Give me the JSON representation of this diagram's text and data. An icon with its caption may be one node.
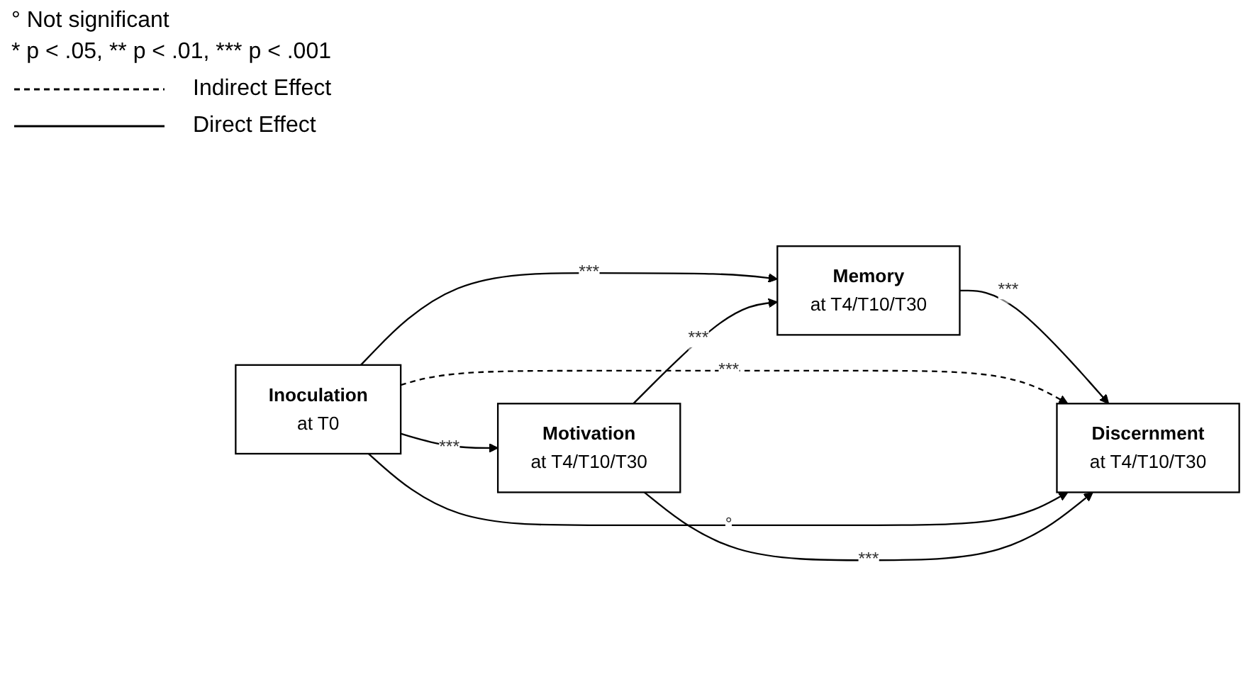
{
  "diagram": {
    "nodes": [
      {
        "text": [
          "Memory",
          "at T4/T10/T30"
        ]
      },
      {
        "text": [
          "Inoculation",
          "at T0"
        ]
      },
      {
        "text": [
          "Discernment",
          "at T4/T10/T30"
        ]
      },
      {
        "text": [
          "Motivation",
          "at T4/T10/T30"
        ]
      }
    ],
    "edges": [
      {
        "from": 1,
        "to": 0,
        "arrow": "to",
        "label": "***"
      },
      {
        "from": 0,
        "to": 2,
        "arrow": "to",
        "label": "***"
      },
      {
        "from": 3,
        "to": 0,
        "arrow": "to",
        "label": "***"
      },
      {
        "from": 1,
        "to": 2,
        "arrow": "to",
        "label": "***",
        "style": "dashed"
      },
      {
        "from": 1,
        "to": 2,
        "arrow": "to",
        "label": "°"
      },
      {
        "from": 1,
        "to": 3,
        "arrow": "to",
        "label": "***"
      },
      {
        "from": 3,
        "to": 2,
        "arrow": "to",
        "label": "***"
      }
    ],
    "labels": [
      "° Not significant",
      "* p < .05, ** p < .01, *** p < .001"
    ],
    "legend": [
      {
        "text": "Indirect Effect"
      },
      {
        "text": "Direct Effect"
      }
    ]
  }
}
